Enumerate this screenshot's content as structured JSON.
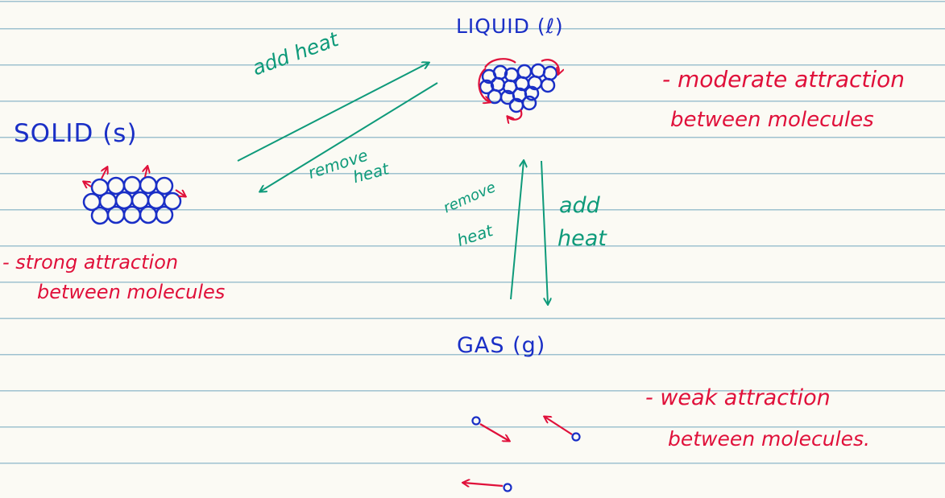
{
  "states": {
    "liquid": "LIQUID (ℓ)",
    "solid": "SOLID (s)",
    "gas": "GAS (g)"
  },
  "descriptions": {
    "liquid": [
      "- moderate attraction",
      "between molecules"
    ],
    "solid": [
      "- strong attraction",
      "between molecules"
    ],
    "gas": [
      "- weak attraction",
      "between molecules."
    ]
  },
  "arrows": {
    "solid_to_liquid": "add heat",
    "liquid_to_solid": [
      "remove",
      "heat"
    ],
    "gas_to_liquid": [
      "remove",
      "heat"
    ],
    "liquid_to_gas": [
      "add",
      "heat"
    ]
  },
  "colors": {
    "label": "#1a2fc6",
    "description": "#e0103a",
    "arrow": "#0e9a7a",
    "molecule": "#1a2fc6",
    "motion": "#e0103a",
    "ruling": "#9ec1cf"
  }
}
